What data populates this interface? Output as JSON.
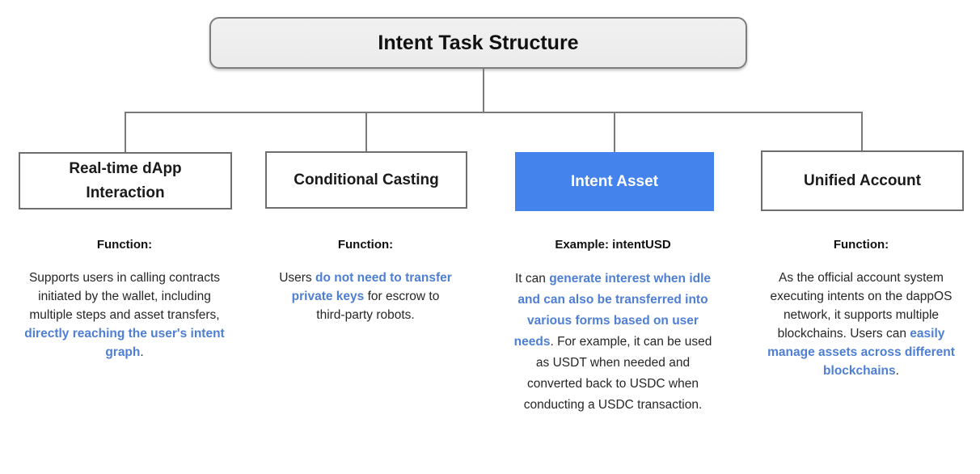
{
  "title": "Intent Task Structure",
  "colors": {
    "accent_box_bg": "#4583ec",
    "accent_box_text": "#ffffff",
    "highlight_text": "#4e7fd4",
    "box_border": "#6e6e6e",
    "title_box_border": "#7d7d7d",
    "connector": "#7a7a7a",
    "body_text": "#262626"
  },
  "branches": [
    {
      "box_label": "Real-time dApp\nInteraction",
      "section_header": "Function:",
      "accent": false,
      "body": [
        {
          "text": "Supports users in calling contracts\ninitiated by the wallet, including\nmultiple steps and asset transfers,\n",
          "highlight": false
        },
        {
          "text": "directly reaching the user's intent\ngraph",
          "highlight": true
        },
        {
          "text": ".",
          "highlight": false
        }
      ]
    },
    {
      "box_label": "Conditional Casting",
      "section_header": "Function:",
      "accent": false,
      "body": [
        {
          "text": "Users ",
          "highlight": false
        },
        {
          "text": "do not need to transfer\nprivate keys",
          "highlight": true
        },
        {
          "text": " for escrow to\nthird-party robots.",
          "highlight": false
        }
      ]
    },
    {
      "box_label": "Intent Asset",
      "section_header": "Example: intentUSD",
      "accent": true,
      "body": [
        {
          "text": "It can ",
          "highlight": false
        },
        {
          "text": "generate interest when idle\nand can also be transferred into\nvarious forms based on user\nneeds",
          "highlight": true
        },
        {
          "text": ". For example, it can be used\nas USDT when needed and\nconverted back to USDC when\nconducting a USDC transaction.",
          "highlight": false
        }
      ]
    },
    {
      "box_label": "Unified Account",
      "section_header": "Function:",
      "accent": false,
      "body": [
        {
          "text": "As the official account system\nexecuting intents on the dappOS\nnetwork, it supports multiple\nblockchains. Users can ",
          "highlight": false
        },
        {
          "text": "easily\nmanage assets across different\nblockchains",
          "highlight": true
        },
        {
          "text": ".",
          "highlight": false
        }
      ]
    }
  ]
}
